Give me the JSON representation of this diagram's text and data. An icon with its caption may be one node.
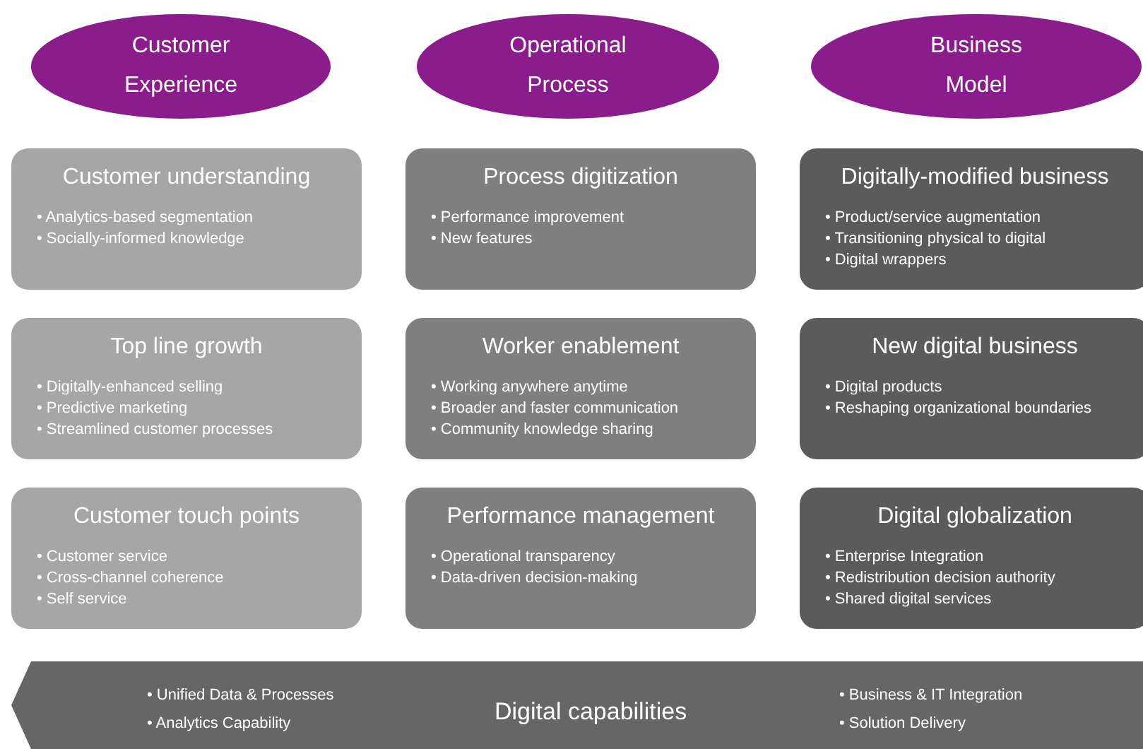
{
  "diagram": {
    "nodes": [
      {
        "text": [
          "Customer Experience"
        ]
      },
      {
        "text": [
          "Operational Process"
        ]
      },
      {
        "text": [
          "Business Model"
        ]
      },
      {
        "text": [
          "Customer understanding",
          "• Analytics-based segmentation",
          "• Socially-informed knowledge"
        ]
      },
      {
        "text": [
          "Process digitization",
          "• Performance improvement",
          "• New features"
        ]
      },
      {
        "text": [
          "Digitally-modified business",
          "• Product/service augmentation",
          "• Transitioning physical to digital",
          "• Digital wrappers"
        ]
      },
      {
        "text": [
          "Top line growth",
          "• Digitally-enhanced selling",
          "• Predictive marketing",
          "• Streamlined customer processes"
        ]
      },
      {
        "text": [
          "Worker enablement",
          "• Working anywhere anytime",
          "• Broader and faster communication",
          "• Community knowledge sharing"
        ]
      },
      {
        "text": [
          "New digital business",
          "• Digital products",
          "• Reshaping organizational boundaries"
        ]
      },
      {
        "text": [
          "Customer touch points",
          "• Customer service",
          "• Cross-channel coherence",
          "• Self service"
        ]
      },
      {
        "text": [
          "Performance management",
          "• Operational transparency",
          "• Data-driven decision-making"
        ]
      },
      {
        "text": [
          "Digital globalization",
          "• Enterprise Integration",
          "• Redistribution decision authority",
          "• Shared digital services"
        ]
      },
      {
        "text": [
          "• Unified Data & Processes",
          "• Analytics Capability",
          "Digital capabilities",
          "• Business & IT Integration",
          "• Solution Delivery"
        ]
      }
    ],
    "edges": []
  }
}
